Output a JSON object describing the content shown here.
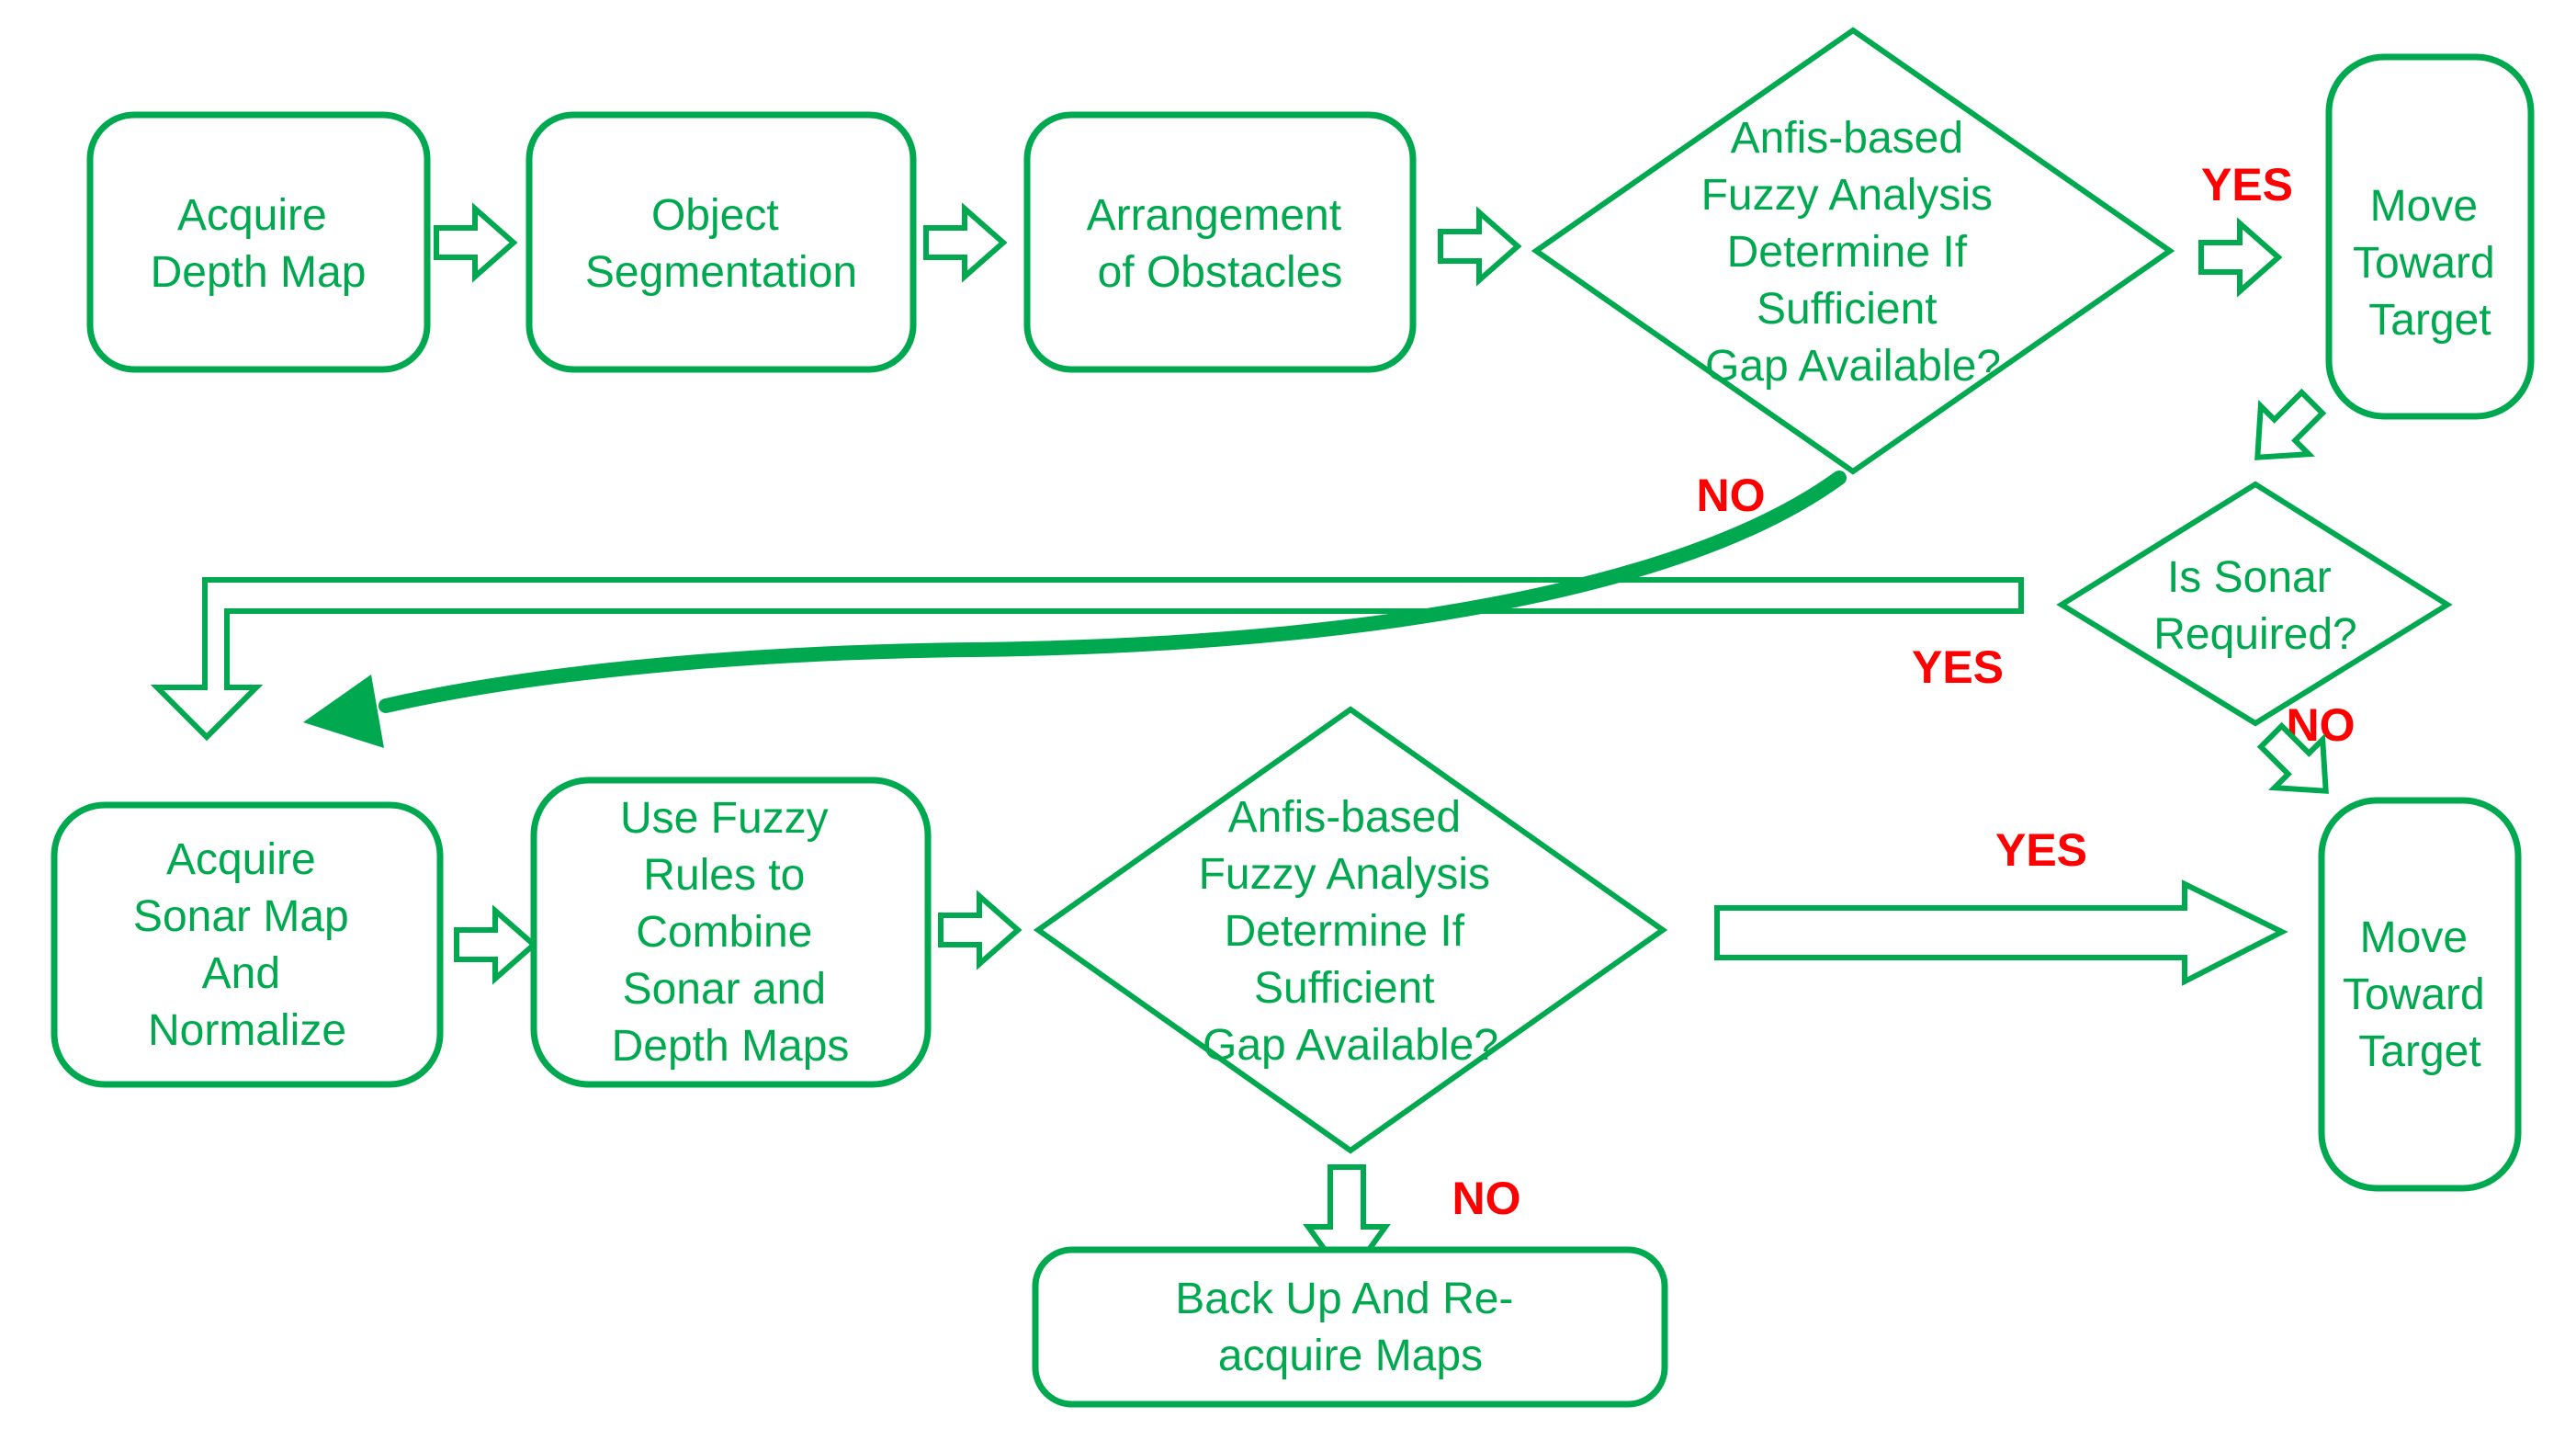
{
  "diagram": {
    "title": "Sonar and depth map navigation flowchart",
    "colors": {
      "green": "#00A94F",
      "red": "#FF0000",
      "background": "#FFFFFF"
    },
    "nodes": {
      "acquire_depth_map": {
        "type": "process",
        "lines": [
          "Acquire",
          "Depth Map"
        ]
      },
      "object_segmentation": {
        "type": "process",
        "lines": [
          "Object",
          "Segmentation"
        ]
      },
      "arrangement_of_obstacles": {
        "type": "process",
        "lines": [
          "Arrangement",
          "of Obstacles"
        ]
      },
      "anfis_decision_top": {
        "type": "decision",
        "lines": [
          "Anfis-based",
          "Fuzzy Analysis",
          "Determine If",
          "Sufficient",
          "Gap Available?"
        ]
      },
      "move_toward_target_top": {
        "type": "process",
        "lines": [
          "Move",
          "Toward",
          "Target"
        ]
      },
      "is_sonar_required": {
        "type": "decision",
        "lines": [
          "Is Sonar",
          "Required?"
        ]
      },
      "acquire_sonar_map": {
        "type": "process",
        "lines": [
          "Acquire",
          "Sonar Map",
          "And",
          "Normalize"
        ]
      },
      "use_fuzzy_rules": {
        "type": "process",
        "lines": [
          "Use Fuzzy",
          "Rules to",
          "Combine",
          "Sonar and",
          "Depth Maps"
        ]
      },
      "anfis_decision_bottom": {
        "type": "decision",
        "lines": [
          "Anfis-based",
          "Fuzzy Analysis",
          "Determine If",
          "Sufficient",
          "Gap Available?"
        ]
      },
      "move_toward_target_bottom": {
        "type": "process",
        "lines": [
          "Move",
          "Toward",
          "Target"
        ]
      },
      "back_up_reacquire": {
        "type": "process",
        "lines": [
          "Back Up And Re-",
          "acquire Maps"
        ]
      }
    },
    "labels": {
      "top_yes": "YES",
      "top_no": "NO",
      "sonar_yes": "YES",
      "sonar_no": "NO",
      "bottom_yes": "YES",
      "bottom_no": "NO"
    }
  }
}
